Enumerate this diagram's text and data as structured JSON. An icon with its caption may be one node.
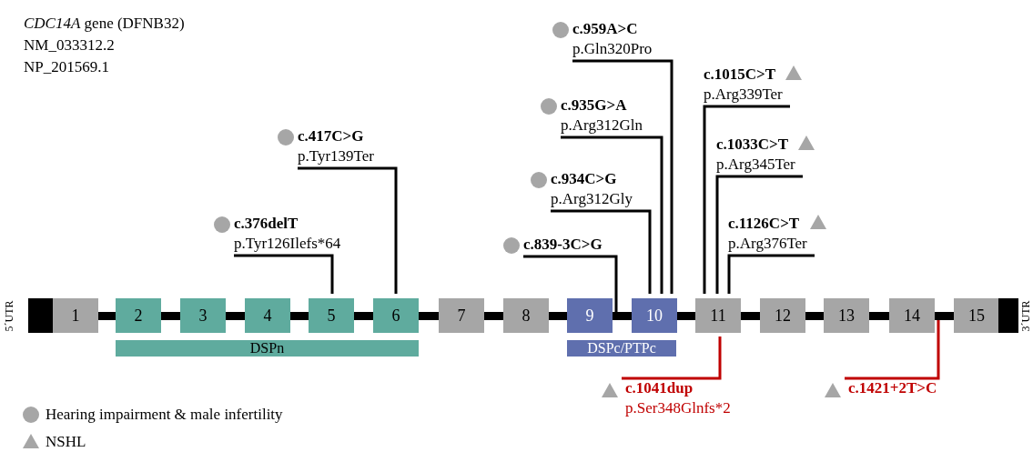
{
  "diagram": {
    "title": "*CDC14A* gene (DFNB32)",
    "nodes": [
      {
        "text": [],
        "shape": "bar",
        "beside": [
          "5´UTR"
        ]
      },
      {
        "text": [
          "1"
        ]
      },
      {
        "text": [
          "2"
        ]
      },
      {
        "text": [
          "3"
        ]
      },
      {
        "text": [
          "4"
        ]
      },
      {
        "text": [
          "5"
        ]
      },
      {
        "text": [
          "6"
        ]
      },
      {
        "text": [
          "7"
        ]
      },
      {
        "text": [
          "8"
        ]
      },
      {
        "text": [
          "9"
        ]
      },
      {
        "text": [
          "10"
        ]
      },
      {
        "text": [
          "11"
        ]
      },
      {
        "text": [
          "12"
        ]
      },
      {
        "text": [
          "13"
        ]
      },
      {
        "text": [
          "14"
        ]
      },
      {
        "text": [
          "15"
        ]
      },
      {
        "text": [],
        "shape": "bar",
        "beside": [
          "3´UTR"
        ]
      },
      {
        "text": [
          "DSPn"
        ]
      },
      {
        "text": [
          "DSPc/PTPc"
        ]
      },
      {
        "text": [
          "c.959A>C",
          "p.Gln320Pro"
        ]
      },
      {
        "text": [
          "c.1015C>T",
          "p.Arg339Ter"
        ]
      },
      {
        "text": [
          "c.935G>A",
          "p.Arg312Gln"
        ]
      },
      {
        "text": [
          "c.1033C>T",
          "p.Arg345Ter"
        ]
      },
      {
        "text": [
          "c.417C>G",
          "p.Tyr139Ter"
        ]
      },
      {
        "text": [
          "c.934C>G",
          "p.Arg312Gly"
        ]
      },
      {
        "text": [
          "c.1126C>T",
          "p.Arg376Ter"
        ]
      },
      {
        "text": [
          "c.376delT",
          "p.Tyr126Ilefs*64"
        ]
      },
      {
        "text": [
          "c.839-3C>G"
        ]
      },
      {
        "text": [
          "c.1041dup",
          "p.Ser348Glnfs*2"
        ]
      },
      {
        "text": [
          "c.1421+2T>C"
        ]
      }
    ],
    "edges": [
      {
        "from": 19,
        "to": 10,
        "arrow": "none"
      },
      {
        "from": 20,
        "to": 11,
        "arrow": "none"
      },
      {
        "from": 21,
        "to": 10,
        "arrow": "none"
      },
      {
        "from": 22,
        "to": 11,
        "arrow": "none"
      },
      {
        "from": 23,
        "to": 6,
        "arrow": "none"
      },
      {
        "from": 24,
        "to": 10,
        "arrow": "none"
      },
      {
        "from": 25,
        "to": 11,
        "arrow": "none"
      },
      {
        "from": 26,
        "to": 5,
        "arrow": "none"
      },
      {
        "from": 27,
        "to": 9,
        "arrow": "none"
      },
      {
        "from": 28,
        "to": 11,
        "arrow": "none",
        "color": "#c00000"
      },
      {
        "from": 29,
        "to": 14,
        "arrow": "none",
        "color": "#c00000"
      }
    ],
    "labels": [
      "NM_033312.2",
      "NP_201569.1"
    ],
    "legend": [
      {
        "text": "Hearing impairment & male infertility"
      },
      {
        "text": "NSHL"
      }
    ]
  }
}
